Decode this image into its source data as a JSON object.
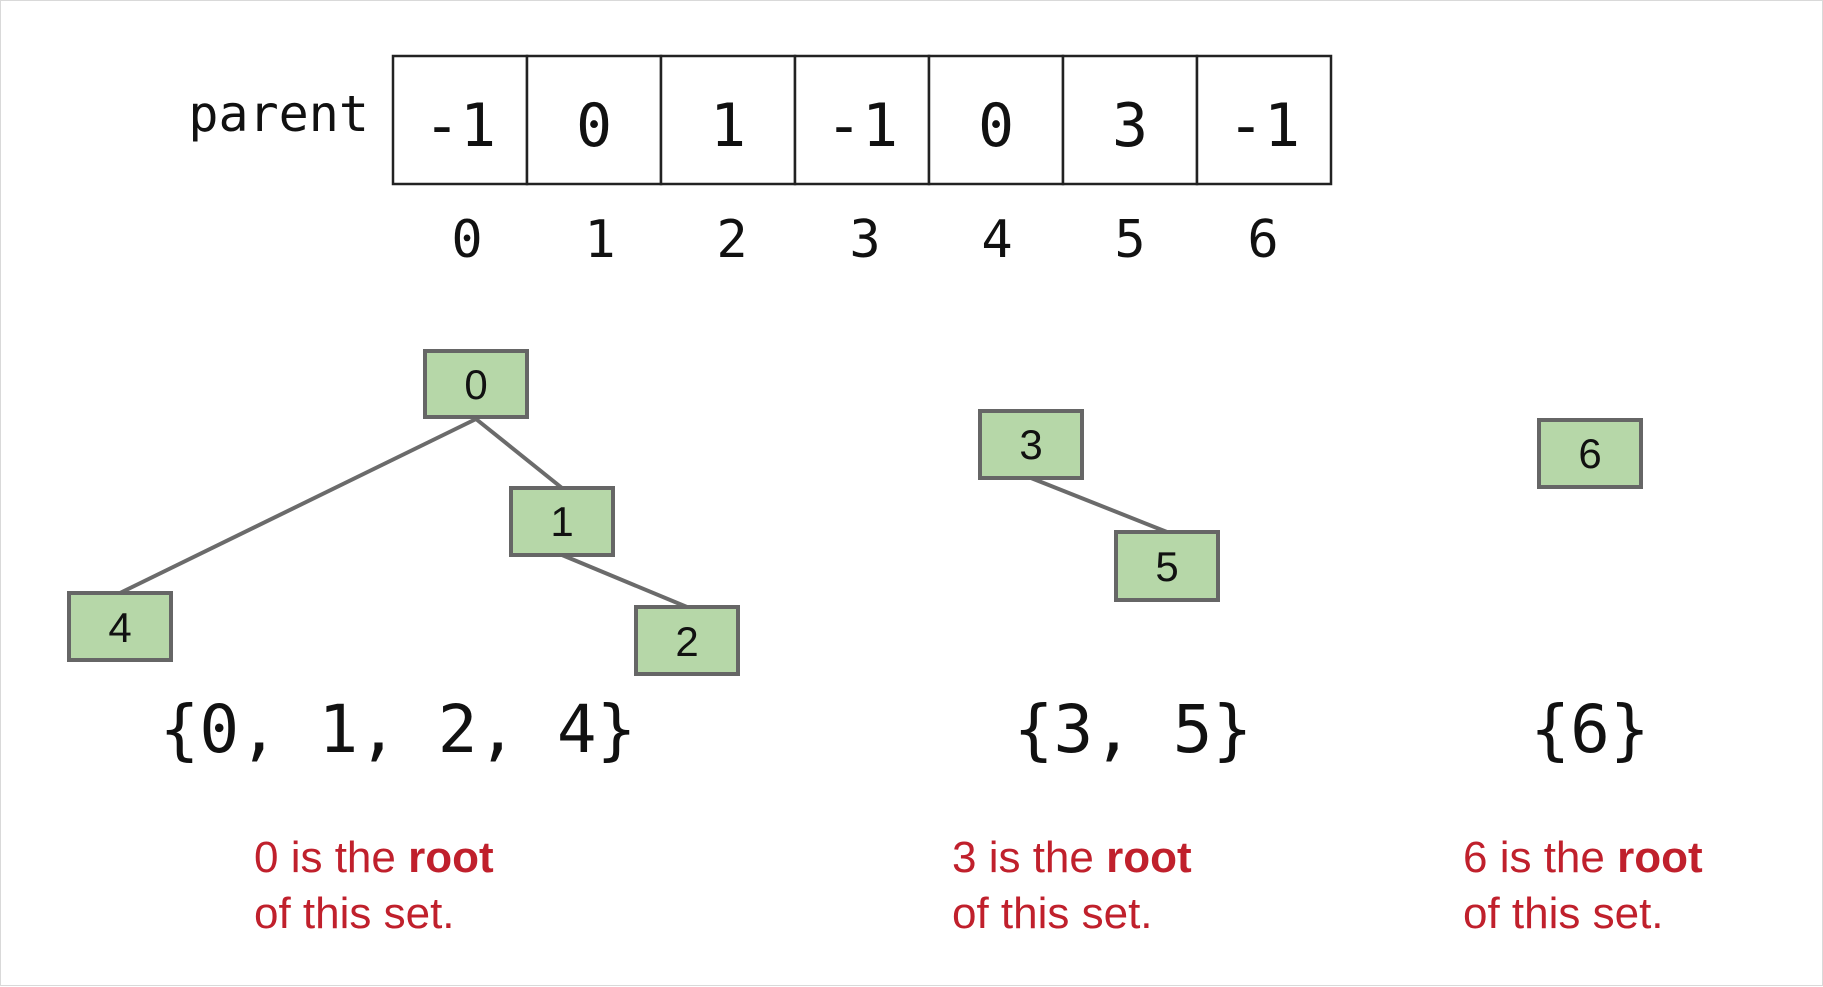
{
  "array": {
    "label": "parent",
    "values": [
      "-1",
      "0",
      "1",
      "-1",
      "0",
      "3",
      "-1"
    ],
    "indices": [
      "0",
      "1",
      "2",
      "3",
      "4",
      "5",
      "6"
    ]
  },
  "trees": {
    "nodes": [
      "0",
      "1",
      "2",
      "3",
      "4",
      "5",
      "6"
    ],
    "edges": [
      [
        "0",
        "4"
      ],
      [
        "0",
        "1"
      ],
      [
        "1",
        "2"
      ],
      [
        "3",
        "5"
      ]
    ],
    "node_fill": "#b6d7a8",
    "node_stroke": "#666666",
    "edge_color": "#6b6b6b"
  },
  "sets": {
    "set_a": "{0, 1, 2, 4}",
    "set_b": "{3, 5}",
    "set_c": "{6}"
  },
  "captions": {
    "a": {
      "pre": "0 is the ",
      "bold": "root",
      "line2": "of this set."
    },
    "b": {
      "pre": "3 is the ",
      "bold": "root",
      "line2": "of this set."
    },
    "c": {
      "pre": "6 is the ",
      "bold": "root",
      "line2": "of this set."
    },
    "color": "#c0202c"
  }
}
